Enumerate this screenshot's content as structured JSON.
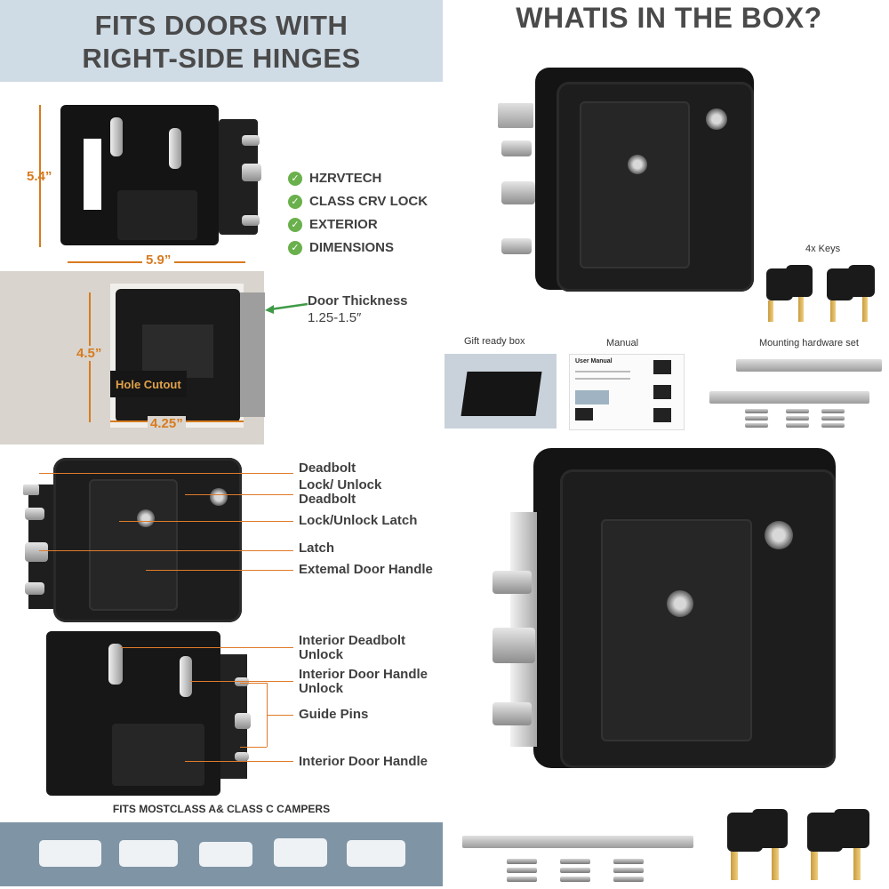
{
  "left": {
    "header": [
      "FITS DOORS WITH",
      "RIGHT-SIDE HINGES"
    ],
    "dimensions": {
      "height": "5.4”",
      "width": "5.9”",
      "cutout_height": "4.5”",
      "cutout_width": "4.25”"
    },
    "features": [
      "HZRVTECH",
      "CLASS CRV LOCK",
      "EXTERIOR",
      "DIMENSIONS"
    ],
    "door_thickness": [
      "Door Thickness",
      "1.25-1.5″"
    ],
    "hole_cutout": "Hole Cutout",
    "exterior_callouts": [
      "Deadbolt",
      "Lock/ Unlock Deadbolt",
      "Lock/Unlock Latch",
      "Latch",
      "Extemal Door Handle"
    ],
    "interior_callouts": [
      "Interior Deadbolt Unlock",
      "Interior Door Handle Unlock",
      "Guide Pins",
      "Interior Door Handle"
    ],
    "campers_caption": "FITS MOSTCLASS A& CLASS C CAMPERS"
  },
  "right": {
    "title": "WHATIS IN THE BOX?",
    "keys_label": "4x Keys",
    "gift_box_label": "Gift ready box",
    "manual_label": "Manual",
    "manual_title": "User Manual",
    "hardware_label": "Mounting hardware set"
  },
  "colors": {
    "accent": "#d77b1f",
    "header_band": "#cfdbe5",
    "check": "#6ab04c",
    "campers_band": "#7f95a6"
  }
}
